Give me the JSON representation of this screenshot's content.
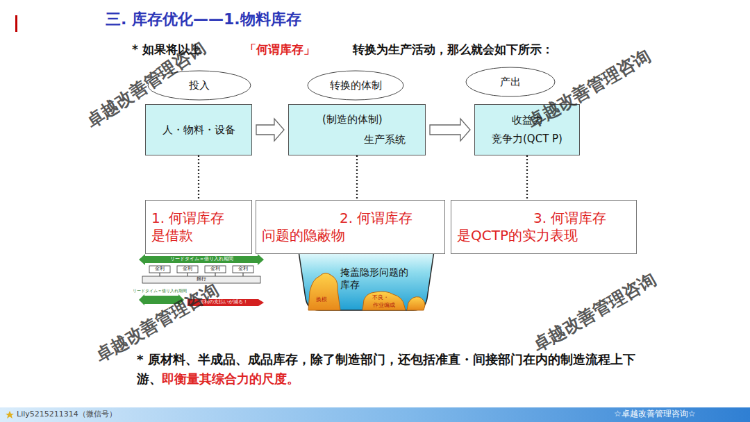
{
  "diagram": {
    "title": "三. 库存优化——1.物料库存",
    "nodes": [
      {
        "text": [
          "投入"
        ]
      },
      {
        "text": [
          "转换的体制"
        ]
      },
      {
        "text": [
          "产出"
        ]
      },
      {
        "text": [
          "人・物料・设备"
        ]
      },
      {
        "text": [
          "(制造的体制)",
          "生产系统"
        ]
      },
      {
        "text": [
          "收益力",
          "竞争力(QCT P)"
        ]
      },
      {
        "text": [
          "1. 何谓库存",
          "是借款"
        ]
      },
      {
        "text": [
          "2. 何谓库存",
          "问题的隐蔽物"
        ]
      },
      {
        "text": [
          "3. 何谓库存",
          "是QCTP的实力表现"
        ]
      }
    ],
    "edges": [
      {
        "from": 3,
        "to": 4,
        "arrow": "to"
      },
      {
        "from": 4,
        "to": 5,
        "arrow": "to"
      },
      {
        "from": 3,
        "to": 6,
        "arrow": "none"
      },
      {
        "from": 4,
        "to": 7,
        "arrow": "none"
      },
      {
        "from": 5,
        "to": 8,
        "arrow": "none"
      }
    ],
    "labels": [
      "* 如果将以上",
      "「何谓库存」",
      "转换为生产活动，那么就会如下所示：",
      "リードタイム＝借り入れ期間",
      "金利",
      "金利",
      "金利",
      "金利",
      "銀行",
      "リードタイム＝借り入れ期間",
      "金利の支払いが減る！",
      "掩盖隐形问题的库存",
      "换模",
      "不良・",
      "作业编成",
      "* 原材料、半成品、成品库存，除了制造部门，还包括准直・间接部门在内的制造流程上下游、",
      "即衡量其综合力的尺度。",
      "卓越改善管理咨询",
      "卓越改善管理咨询",
      "卓越改善管理咨询",
      "卓越改善管理咨询",
      "Lily5215211314（微信号）",
      "☆卓越改善管理咨询☆"
    ]
  }
}
